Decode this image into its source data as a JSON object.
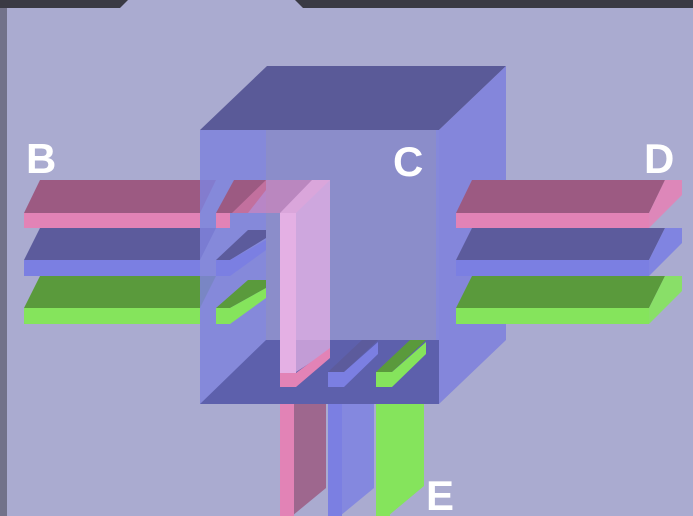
{
  "labels": {
    "b": "B",
    "c": "C",
    "d": "D",
    "e": "E"
  },
  "colors": {
    "background": "#aaabd0",
    "frame": "#3a3a44",
    "box_front": "#7f82dc",
    "box_top": "#5a5a98",
    "box_back": "#8b8dca",
    "box_floor": "#5d60ac",
    "pink": "#e283b6",
    "pink_top": "#9c5a82",
    "blue": "#7b7fe2",
    "blue_top": "#5c5b9c",
    "green": "#85e45c",
    "green_top": "#5a9a3c",
    "vertical_pink": "#e4b0e4"
  }
}
